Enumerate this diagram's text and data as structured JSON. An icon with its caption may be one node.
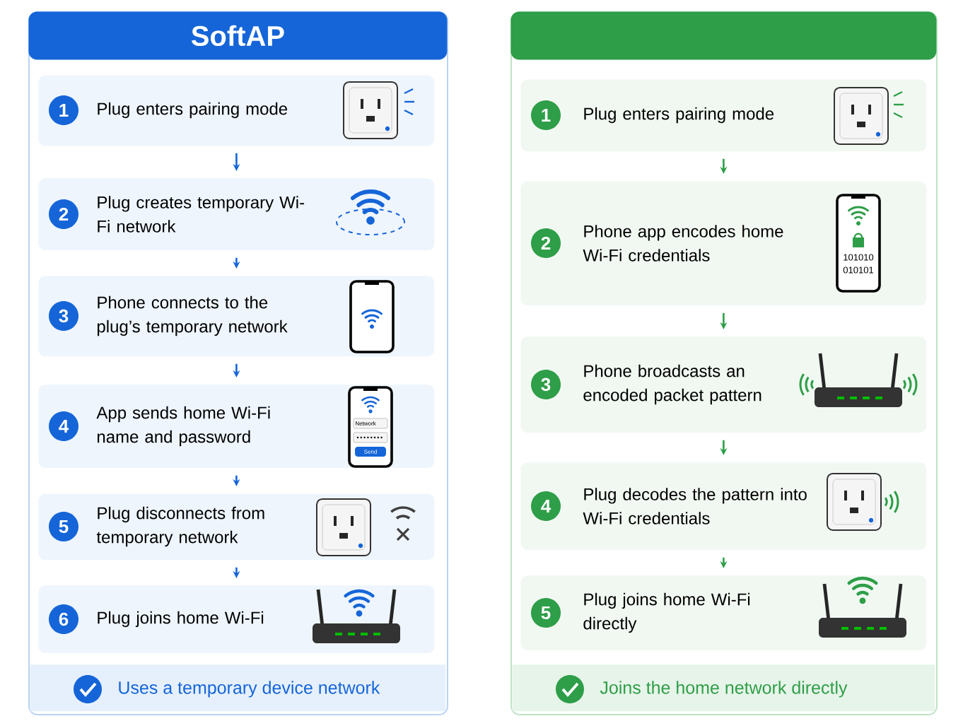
{
  "diagram": {
    "nodes": [
      {
        "text": [
          "SoftAP"
        ]
      },
      {
        "text": [
          "1",
          "Plug enters pairing mode"
        ],
        "in": 0
      },
      {
        "text": [
          "2",
          "Plug creates temporary Wi-Fi network"
        ],
        "in": 0
      },
      {
        "text": [
          "3",
          "Phone connects to the plug’s temporary network"
        ],
        "in": 0
      },
      {
        "text": [
          "4",
          "App sends home Wi-Fi name and password"
        ],
        "in": 0
      },
      {
        "text": [
          "5",
          "Plug disconnects from temporary network"
        ],
        "in": 0
      },
      {
        "text": [
          "6",
          "Plug joins home Wi-Fi"
        ],
        "in": 0
      },
      {
        "text": [
          "Uses a temporary device network"
        ],
        "in": 0
      },
      {
        "text": [],
        "shape": "box"
      },
      {
        "text": [
          "1",
          "Plug enters pairing mode"
        ],
        "in": 8
      },
      {
        "text": [
          "2",
          "Phone app encodes home Wi-Fi credentials"
        ],
        "in": 8
      },
      {
        "text": [
          "3",
          "Phone broadcasts an encoded packet pattern"
        ],
        "in": 8
      },
      {
        "text": [
          "4",
          "Plug decodes the pattern into Wi-Fi credentials"
        ],
        "in": 8
      },
      {
        "text": [
          "5",
          "Plug joins home Wi-Fi directly"
        ],
        "in": 8
      },
      {
        "text": [
          "Joins the home network directly"
        ],
        "in": 8
      }
    ],
    "edges": [
      {
        "from": 1,
        "to": 2,
        "arrow": "to"
      },
      {
        "from": 2,
        "to": 3,
        "arrow": "to"
      },
      {
        "from": 3,
        "to": 4,
        "arrow": "to"
      },
      {
        "from": 4,
        "to": 5,
        "arrow": "to"
      },
      {
        "from": 5,
        "to": 6,
        "arrow": "to"
      },
      {
        "from": 9,
        "to": 10,
        "arrow": "to",
        "color": "#2e9e48"
      },
      {
        "from": 10,
        "to": 11,
        "arrow": "to",
        "color": "#2e9e48"
      },
      {
        "from": 11,
        "to": 12,
        "arrow": "to",
        "color": "#2e9e48"
      },
      {
        "from": 12,
        "to": 13,
        "arrow": "to",
        "color": "#2e9e48"
      }
    ],
    "labels": [
      "Network",
      "Send",
      "101010",
      "010101"
    ]
  }
}
